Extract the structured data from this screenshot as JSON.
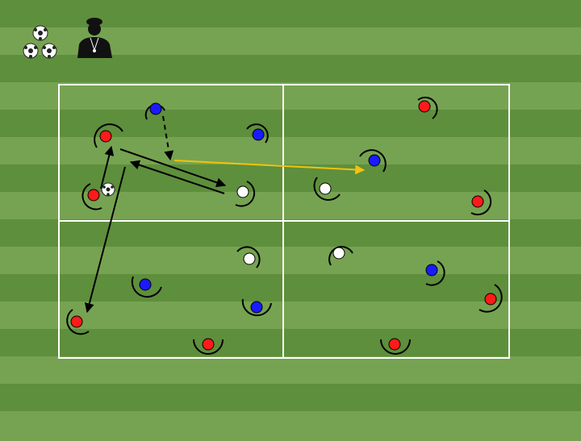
{
  "diagram": {
    "colors": {
      "grass_dark": "#5e8f3c",
      "grass_light": "#76a351",
      "lines": "#ffffff",
      "team_red": "#ff1a1a",
      "team_blue": "#1a1aff",
      "neutral_white": "#ffffff",
      "pass_arrow": "#000000",
      "highlight_pass": "#f4c20d",
      "coach": "#111111"
    },
    "icons": [
      "ball-stack-icon",
      "coach-icon",
      "soccer-ball-icon"
    ],
    "zones": 4,
    "players": [
      {
        "team": "blue"
      },
      {
        "team": "blue"
      },
      {
        "team": "blue"
      },
      {
        "team": "blue"
      },
      {
        "team": "blue"
      },
      {
        "team": "blue"
      },
      {
        "team": "red"
      },
      {
        "team": "red"
      },
      {
        "team": "red"
      },
      {
        "team": "red"
      },
      {
        "team": "red"
      },
      {
        "team": "red"
      },
      {
        "team": "red"
      },
      {
        "team": "red"
      },
      {
        "team": "white"
      },
      {
        "team": "white"
      },
      {
        "team": "white"
      },
      {
        "team": "white"
      }
    ],
    "arrows": [
      {
        "style": "solid",
        "color": "black"
      },
      {
        "style": "solid",
        "color": "black"
      },
      {
        "style": "solid",
        "color": "black"
      },
      {
        "style": "solid",
        "color": "black"
      },
      {
        "style": "dashed",
        "color": "black"
      },
      {
        "style": "solid",
        "color": "yellow"
      }
    ]
  }
}
